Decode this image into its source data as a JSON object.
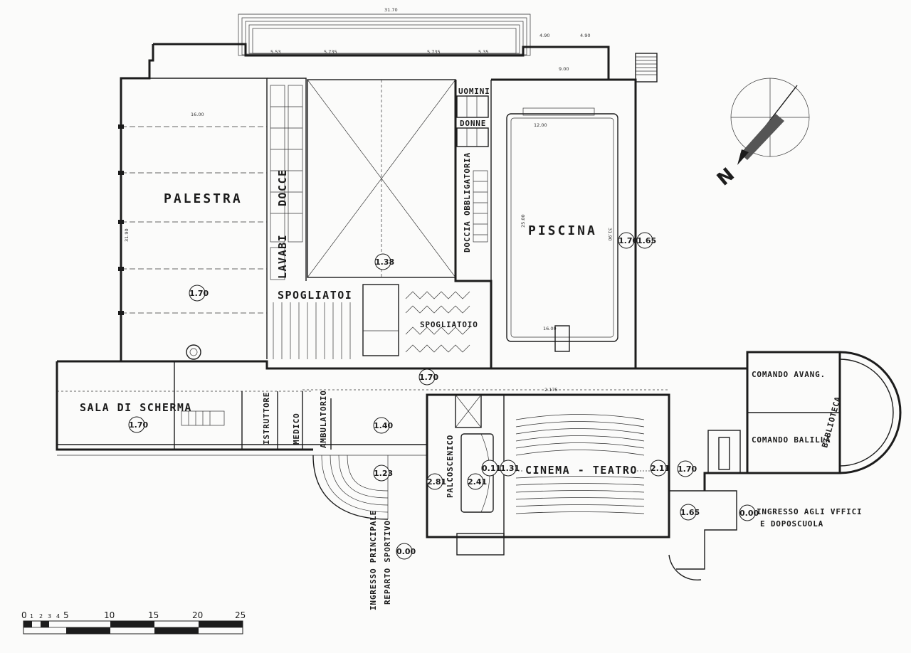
{
  "rooms": {
    "palestra": "PALESTRA",
    "docce": "DOCCE",
    "lavabi": "LAVABI",
    "spogliatoi": "SPOGLIATOI",
    "spogliatoio": "SPOGLIATOIO",
    "uomini": "UOMINI",
    "donne": "DONNE",
    "doccia_obbligatoria": "DOCCIA OBBLIGATORIA",
    "piscina": "PISCINA",
    "sala_di_scherma": "SALA DI SCHERMA",
    "istruttore": "ISTRUTTORE",
    "medico": "MEDICO",
    "ambulatorio": "AMBULATORIO",
    "palcoscenico": "PALCOSCENICO",
    "cinema_teatro": "CINEMA - TEATRO",
    "comando_avang": "COMANDO AVANG.",
    "comando_balilla": "COMANDO BALILLA",
    "biblioteca": "BIBLIOTECA"
  },
  "entrances": {
    "main_line1": "INGRESSO PRINCIPALE",
    "main_line2": "REPARTO SPORTIVO",
    "offices_line1": "INGRESSO AGLI VFFICI",
    "offices_line2": "E DOPOSCUOLA"
  },
  "levels": {
    "palestra": "1.70",
    "scherma": "1.70",
    "courtyard": "1.38",
    "corridor": "1.70",
    "ambulatorio": "1.40",
    "stair_landing": "1.23",
    "stage_a": "2.81",
    "stage_b": "2.41",
    "stage_c": "0.11",
    "cinema_a": "1.31",
    "cinema_b": "2.11",
    "pool_a": "1.70",
    "pool_b": "1.65",
    "hall_a": "1.70",
    "hall_b": "1.65",
    "main_entrance": "0.00",
    "office_entrance": "0.00"
  },
  "dimensions": {
    "overall_width": "31.70",
    "pool_length": "25.00",
    "pool_width": "12.00",
    "pool_side": "31.90",
    "palestra_len": "31.90",
    "palestra_w": "16.00",
    "pool_bottom": "16.00",
    "top_a": "5.53",
    "top_b": "5.735",
    "top_c": "5.735",
    "top_d": "5.35",
    "right_a": "4.90",
    "right_b": "4.90",
    "pool_top": "9.00",
    "cinema_row": "2.175"
  },
  "north_letter": "N",
  "scale": {
    "labels": [
      "0",
      "1",
      "2",
      "3",
      "4",
      "5",
      "10",
      "15",
      "20",
      "25"
    ]
  }
}
